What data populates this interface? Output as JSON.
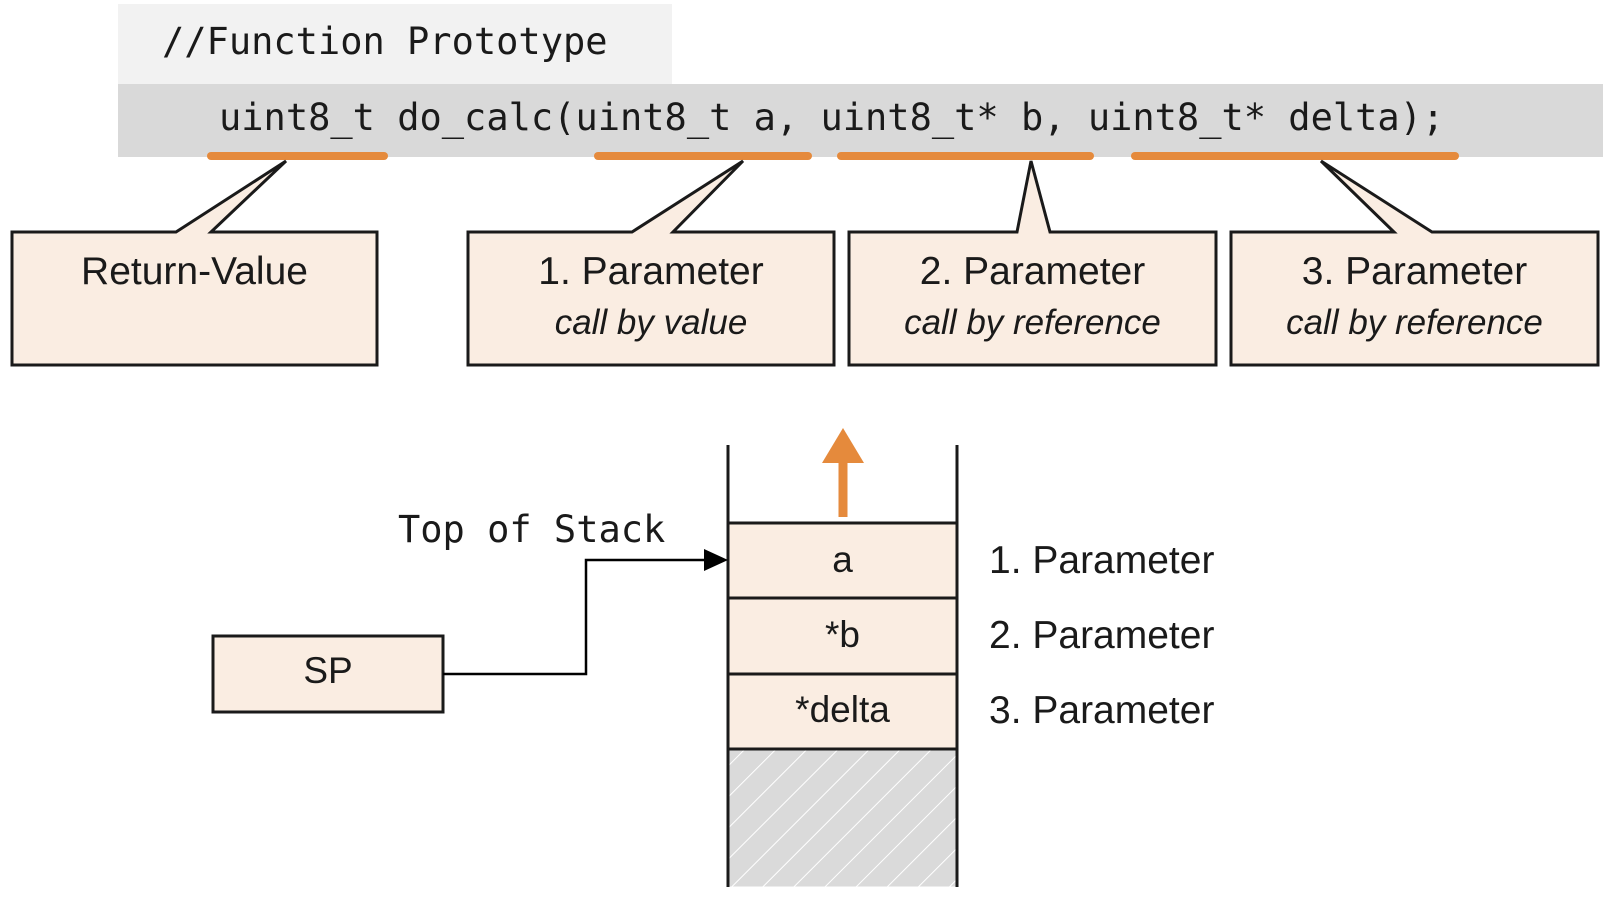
{
  "prototype": {
    "comment": "//Function Prototype",
    "signature": {
      "return_type": "uint8_t",
      "function_name": "do_calc(",
      "param1": "uint8_t a",
      "sep1": ",",
      "param2": "uint8_t* b",
      "sep2": ",",
      "param3": "uint8_t* delta",
      "end": ");"
    }
  },
  "callouts": [
    {
      "title": "Return-Value",
      "subtitle": ""
    },
    {
      "title": "1. Parameter",
      "subtitle": "call by value"
    },
    {
      "title": "2. Parameter",
      "subtitle": "call by reference"
    },
    {
      "title": "3. Parameter",
      "subtitle": "call by reference"
    }
  ],
  "stack": {
    "top_label": "Top of Stack",
    "sp_label": "SP",
    "cells": [
      "a",
      "*b",
      "*delta"
    ],
    "cell_labels": [
      "1. Parameter",
      "2. Parameter",
      "3. Parameter"
    ]
  },
  "colors": {
    "accent": "#E58A3C",
    "box_fill": "#FAEDE2",
    "code_bg": "#D9D9D9",
    "comment_bg": "#F2F2F2",
    "hatch_bg": "#D9D9D9"
  }
}
